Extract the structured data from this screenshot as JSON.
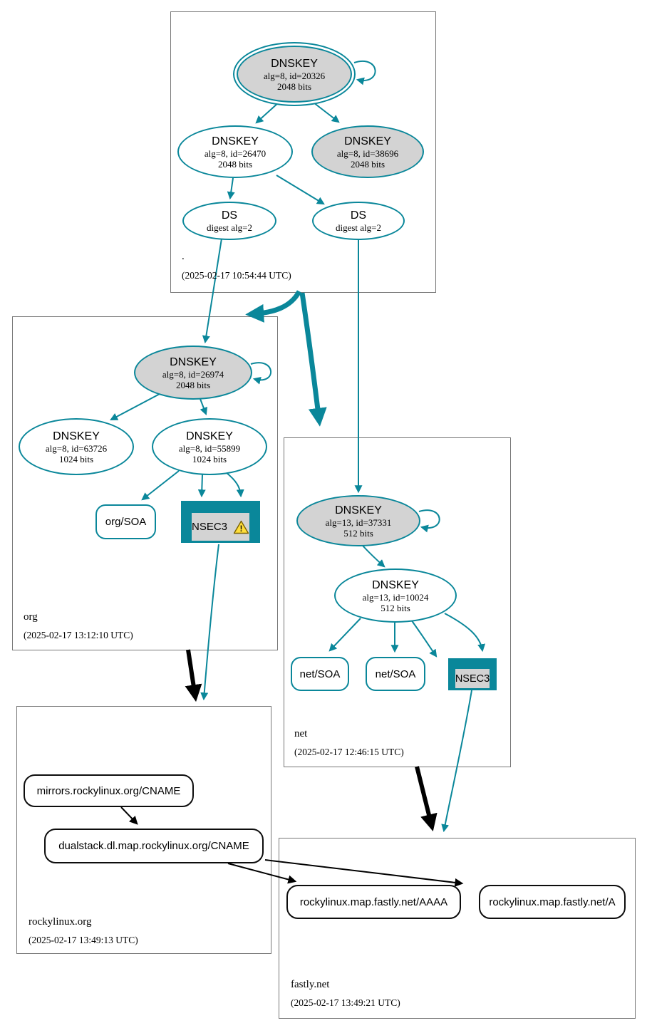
{
  "colors": {
    "teal": "#0a879a",
    "gray_fill": "#d3d3d3",
    "black": "#000000",
    "zone_border": "#777777"
  },
  "zones": {
    "root": {
      "name": ".",
      "timestamp": "(2025-02-17 10:54:44 UTC)",
      "ksk": {
        "title": "DNSKEY",
        "alg": "alg=8, id=20326",
        "bits": "2048 bits"
      },
      "zsk": {
        "title": "DNSKEY",
        "alg": "alg=8, id=26470",
        "bits": "2048 bits"
      },
      "key2": {
        "title": "DNSKEY",
        "alg": "alg=8, id=38696",
        "bits": "2048 bits"
      },
      "ds1": {
        "title": "DS",
        "digest": "digest alg=2"
      },
      "ds2": {
        "title": "DS",
        "digest": "digest alg=2"
      }
    },
    "org": {
      "name": "org",
      "timestamp": "(2025-02-17 13:12:10 UTC)",
      "ksk": {
        "title": "DNSKEY",
        "alg": "alg=8, id=26974",
        "bits": "2048 bits"
      },
      "key1": {
        "title": "DNSKEY",
        "alg": "alg=8, id=63726",
        "bits": "1024 bits"
      },
      "key2": {
        "title": "DNSKEY",
        "alg": "alg=8, id=55899",
        "bits": "1024 bits"
      },
      "soa": "org/SOA",
      "nsec3": "NSEC3"
    },
    "net": {
      "name": "net",
      "timestamp": "(2025-02-17 12:46:15 UTC)",
      "ksk": {
        "title": "DNSKEY",
        "alg": "alg=13, id=37331",
        "bits": "512 bits"
      },
      "zsk": {
        "title": "DNSKEY",
        "alg": "alg=13, id=10024",
        "bits": "512 bits"
      },
      "soa1": "net/SOA",
      "soa2": "net/SOA",
      "nsec3": "NSEC3"
    },
    "rockylinux": {
      "name": "rockylinux.org",
      "timestamp": "(2025-02-17 13:49:13 UTC)",
      "cname1": "mirrors.rockylinux.org/CNAME",
      "cname2": "dualstack.dl.map.rockylinux.org/CNAME"
    },
    "fastly": {
      "name": "fastly.net",
      "timestamp": "(2025-02-17 13:49:21 UTC)",
      "aaaa": "rockylinux.map.fastly.net/AAAA",
      "a": "rockylinux.map.fastly.net/A"
    }
  }
}
